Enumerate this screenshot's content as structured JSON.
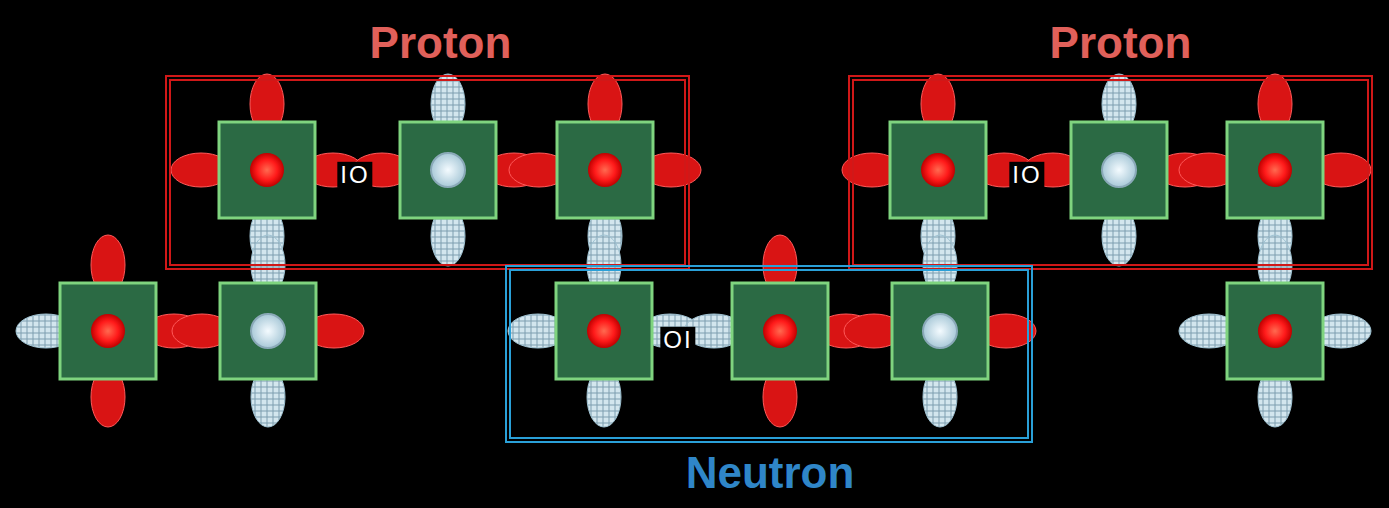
{
  "diagram": {
    "nodes": [
      {
        "text": [
          "Proton"
        ]
      },
      {
        "text": [
          "Proton"
        ]
      },
      {
        "text": [
          "Neutron"
        ]
      }
    ],
    "labels": [
      "IO",
      "IO",
      "OI"
    ]
  }
}
